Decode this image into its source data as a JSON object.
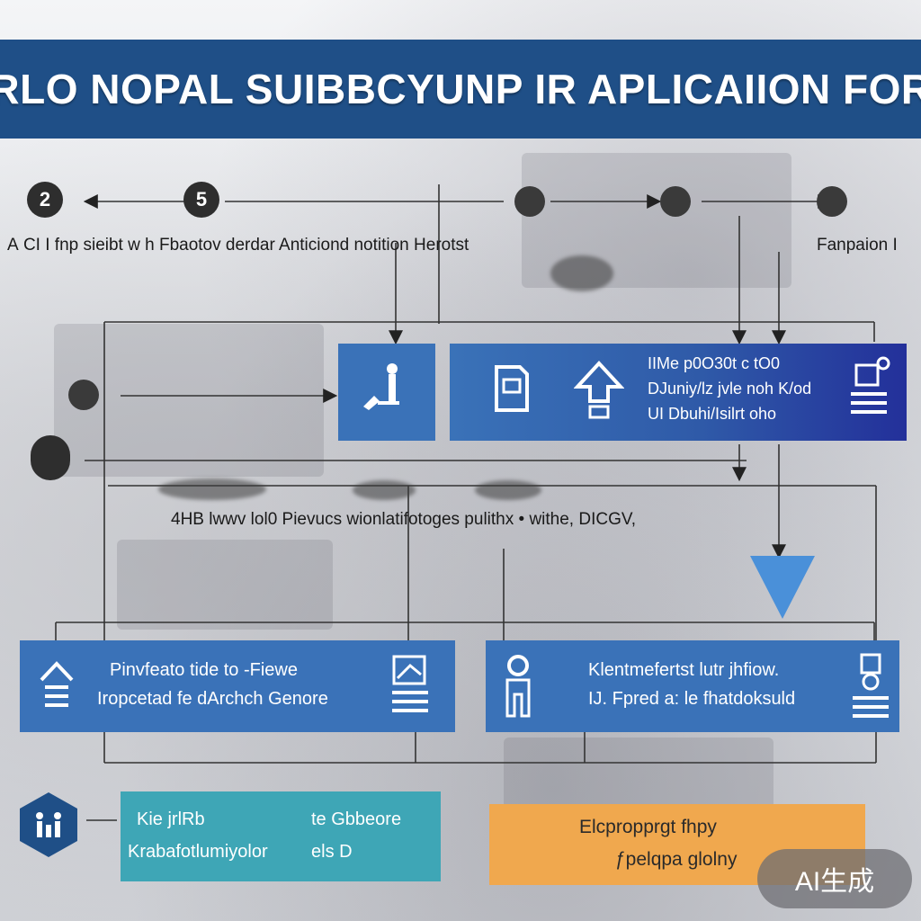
{
  "banner": {
    "title": "RLO NOPAL SUIBBCYUNP IR APLICAIION FOR"
  },
  "top_row": {
    "bubbles": [
      "2",
      "5"
    ],
    "caption_left": "A CI I fnp sieibt w h Fbaotov derdar Anticiond notition Herotst",
    "caption_right": "Fanpaion I"
  },
  "process_box": {
    "lines": [
      "IIMe p0O30t c tO0",
      "DJuniy/lz jvle noh K/od",
      "UI Dbuhi/Isilrt oho"
    ]
  },
  "middle_caption": "4HB lwwv lol0 Pievucs wionlatifotoges pulithx • withe, DICGV,",
  "left_box": {
    "lines": [
      "Pinvfeato tide to -Fiewe",
      "Iropcetad fe dArchch Genore"
    ]
  },
  "right_box": {
    "lines": [
      "Klentmefertst lutr jhfiow.",
      "IJ. Fpred a: le fhatdoksuld"
    ]
  },
  "teal_box": {
    "lines": [
      "Kie jrlRb",
      "te Gbbeore",
      "Krabafotlumiyolor",
      "els D"
    ]
  },
  "orange_box": {
    "lines": [
      "Elcpropprgt fhpy",
      "ƒpelqpa glolny"
    ]
  },
  "badge": {
    "text": "AI生成"
  },
  "icons": {
    "person_figure": "person-icon",
    "document": "document-icon",
    "upload": "upload-arrow-icon",
    "stack": "stack-icon",
    "house": "house-icon",
    "gear_hand": "gear-hand-icon",
    "person_outline": "person-outline-icon",
    "people_hex": "people-icon"
  },
  "colors": {
    "banner": "#1f4f87",
    "box_blue": "#3a72b8",
    "box_navy": "#23309a",
    "teal": "#3ea6b6",
    "orange": "#f0a84e",
    "funnel": "#4a90d9"
  }
}
